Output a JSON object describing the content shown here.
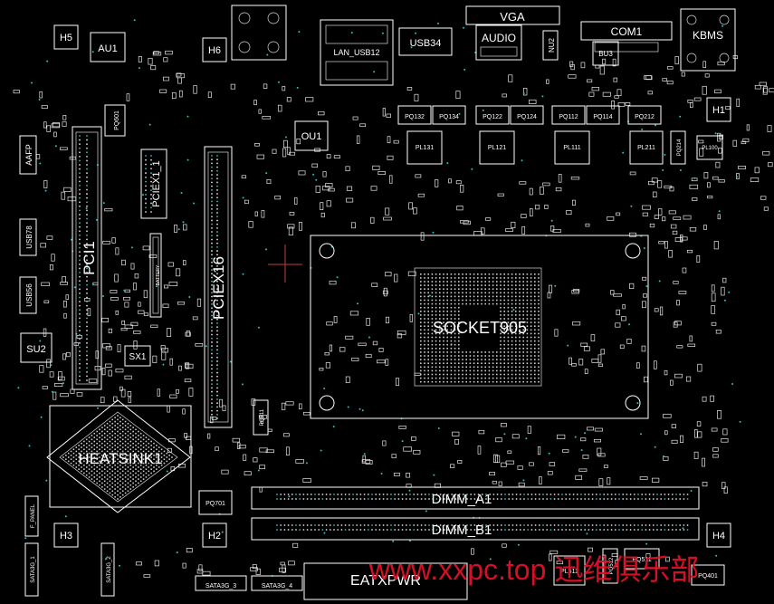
{
  "board": {
    "connectors": {
      "vga": "VGA",
      "audio": "AUDIO",
      "usb34": "USB34",
      "lan_usb12": "LAN_USB12",
      "com1": "COM1",
      "kbms": "KBMS",
      "eatxpwr": "EATXPWR",
      "aafp": "AAFP",
      "usb78": "USB78",
      "usb56": "USB56",
      "sata3g_1": "SATA3G_1",
      "sata3g_2": "SATA3G_2",
      "sata3g_3": "SATA3G_3",
      "sata3g_4": "SATA3G_4",
      "f_panel": "F_PANEL"
    },
    "slots": {
      "pci1": "PCI1",
      "pciex16": "PCIEX16",
      "pciex1_1": "PCIEX1_1",
      "dimm_a1": "DIMM_A1",
      "dimm_b1": "DIMM_B1",
      "battery": "BATTERY"
    },
    "chips": {
      "socket": "SOCKET905",
      "heatsink": "HEATSINK1",
      "au1": "AU1",
      "ou1": "OU1",
      "su2": "SU2",
      "sx1": "SX1",
      "nu2": "NU2",
      "bu3": "BU3"
    },
    "holes": {
      "h1": "H1",
      "h2": "H2",
      "h3": "H3",
      "h4": "H4",
      "h5": "H5",
      "h6": "H6"
    },
    "components": {
      "pq132": "PQ132",
      "pq134": "PQ134",
      "pq122": "PQ122",
      "pq124": "PQ124",
      "pq112": "PQ112",
      "pq114": "PQ114",
      "pq212": "PQ212",
      "pl131": "PL131",
      "pl121": "PL121",
      "pl111": "PL111",
      "pl211": "PL211",
      "pq214": "PQ214",
      "pl100": "PL100",
      "pq601": "PQ601",
      "pq701": "PQ701",
      "pq311": "PQ311",
      "pl511": "PL511",
      "pq511": "PQ511",
      "pq512": "PQ512",
      "pq401": "PQ401"
    },
    "watermark": "www.xxpc.top 迅维俱乐部"
  },
  "colors": {
    "background": "#000000",
    "outline": "#ffffff",
    "pads": "#2fbfbf",
    "watermark": "#e0102a",
    "crosshair": "#c04040"
  }
}
